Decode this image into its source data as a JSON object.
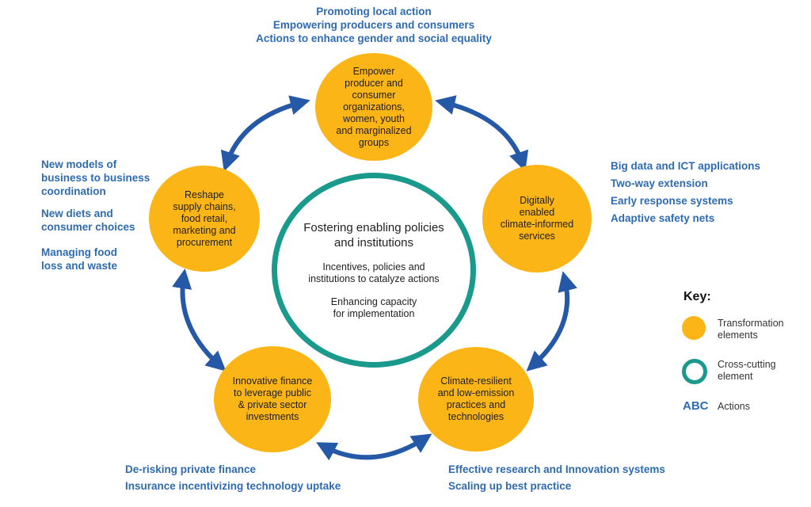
{
  "colors": {
    "transformation": "#fbb516",
    "cross_cutting": "#1a9a8c",
    "action_text": "#2e6bb3",
    "arrow": "#2559a8"
  },
  "center": {
    "title_lines": [
      "Fostering enabling policies",
      "and institutions"
    ],
    "sub1_lines": [
      "Incentives, policies and",
      "institutions to catalyze actions"
    ],
    "sub2_lines": [
      "Enhancing capacity",
      "for implementation"
    ]
  },
  "nodes": [
    {
      "id": "top",
      "lines": [
        "Empower",
        "producer and",
        "consumer",
        "organizations,",
        "women, youth",
        "and marginalized",
        "groups"
      ]
    },
    {
      "id": "right",
      "lines": [
        "Digitally",
        "enabled",
        "climate-informed",
        "services"
      ]
    },
    {
      "id": "bottom-right",
      "lines": [
        "Climate-resilient",
        "and low-emission",
        "practices and",
        "technologies"
      ]
    },
    {
      "id": "bottom-left",
      "lines": [
        "Innovative finance",
        "to leverage public",
        "& private sector",
        "investments"
      ]
    },
    {
      "id": "left",
      "lines": [
        "Reshape",
        "supply chains,",
        "food retail,",
        "marketing and",
        "procurement"
      ]
    }
  ],
  "actions": {
    "top": [
      "Promoting local action",
      "Empowering producers and consumers",
      "Actions to enhance gender and social equality"
    ],
    "right": [
      "Big data and ICT applications",
      "Two-way extension",
      "Early response systems",
      "Adaptive safety nets"
    ],
    "bottom_right": [
      "Effective research and  Innovation systems",
      "Scaling up best practice"
    ],
    "bottom_left": [
      "De-risking private finance",
      "Insurance incentivizing technology uptake"
    ],
    "left_1": [
      "New models of",
      "business to business",
      "coordination"
    ],
    "left_2": [
      "New diets and",
      "consumer choices"
    ],
    "left_3": [
      "Managing food",
      "loss and waste"
    ]
  },
  "key": {
    "title": "Key:",
    "transformation_lines": [
      "Transformation",
      "elements"
    ],
    "cross_cutting_lines": [
      "Cross-cutting",
      "element"
    ],
    "abc": "ABC",
    "actions_label": "Actions"
  }
}
